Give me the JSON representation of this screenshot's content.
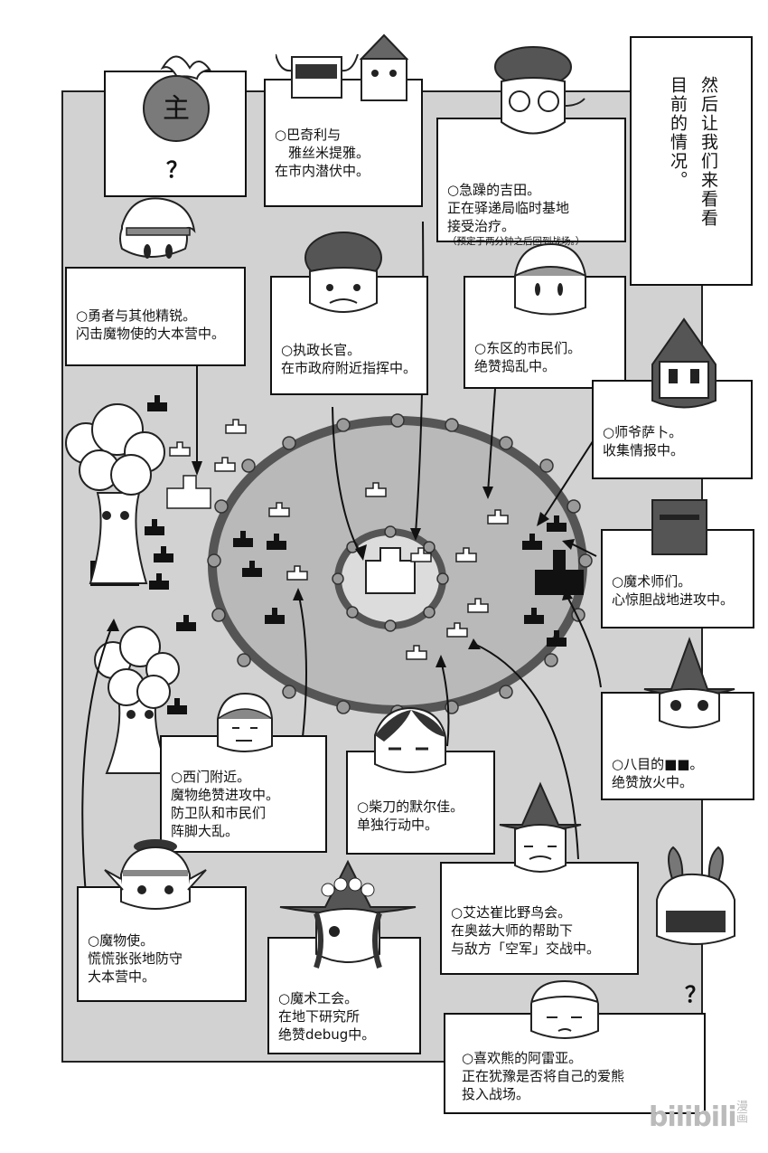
{
  "narration": {
    "line1": "然后让我们来看看",
    "line2": "目前的情况。"
  },
  "boxes": {
    "lord": {
      "mark": "主",
      "question": "？"
    },
    "bakiri": {
      "text": "○巴奇利与\n　雅丝米提雅。\n在市内潜伏中。"
    },
    "yoshida": {
      "text": "○急躁的吉田。\n正在驿递局临时基地\n接受治疗。",
      "note": "（预定于两分钟之后回到战场。）"
    },
    "hero": {
      "text": "○勇者与其他精锐。\n闪击魔物使的大本营中。"
    },
    "governor": {
      "text": "○执政长官。\n在市政府附近指挥中。"
    },
    "east": {
      "text": "○东区的市民们。\n绝赞捣乱中。"
    },
    "sabu": {
      "text": "○师爷萨卜。\n收集情报中。"
    },
    "mages": {
      "text": "○魔术师们。\n心惊胆战地进攻中。"
    },
    "eight": {
      "text": "○八目的■■。\n绝赞放火中。"
    },
    "westgate": {
      "text": "○西门附近。\n魔物绝赞进攻中。\n防卫队和市民们\n阵脚大乱。"
    },
    "shibata": {
      "text": "○柴刀的默尔佳。\n单独行动中。"
    },
    "edasaki": {
      "text": "○艾达崔比野鸟会。\n在奥兹大师的帮助下\n与敌方「空军」交战中。"
    },
    "tamer": {
      "text": "○魔物使。\n慌慌张张地防守\n大本营中。"
    },
    "guild": {
      "text": "○魔术工会。\n在地下研究所\n绝赞debug中。"
    },
    "arelia": {
      "text": "○喜欢熊的阿雷亚。\n正在犹豫是否将自己的爱熊\n投入战场。"
    },
    "rabbit": {
      "question": "？"
    }
  },
  "watermark": {
    "logo": "bilibili",
    "sub": "漫画"
  }
}
